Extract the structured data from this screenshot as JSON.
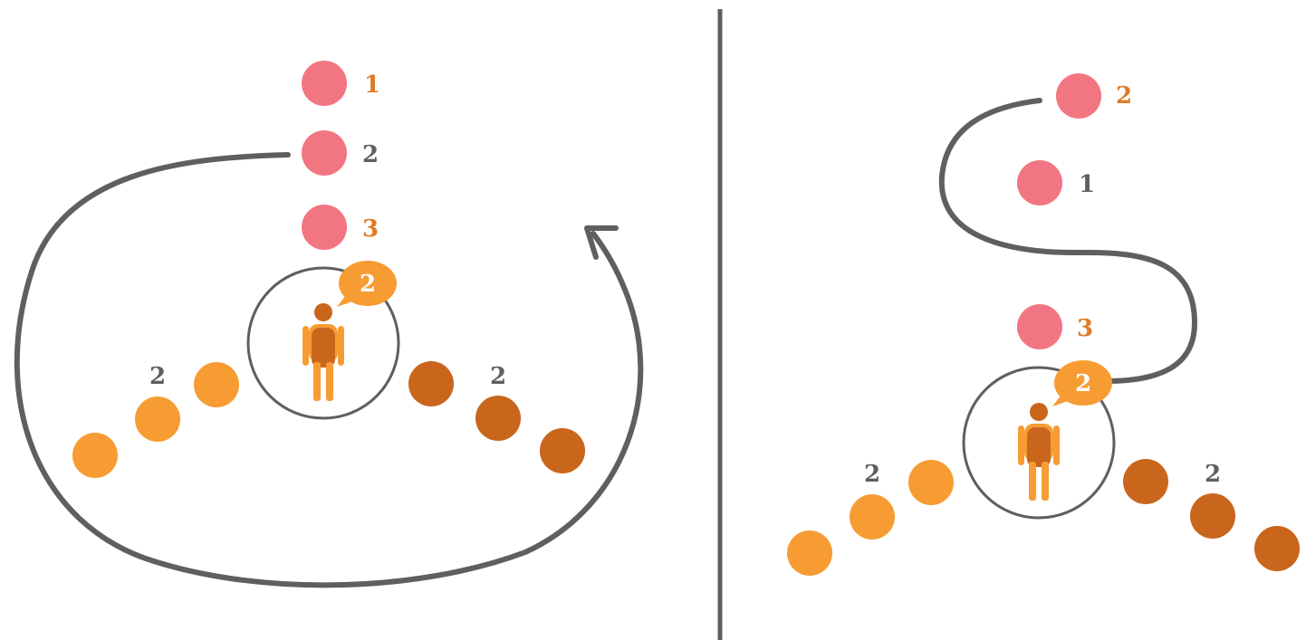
{
  "colors": {
    "pink": "#F27682",
    "orange": "#F79C33",
    "dark_orange": "#C9661C",
    "gray": "#5F5F5F",
    "label_orange": "#E07A27",
    "label_gray": "#5F5F5F"
  },
  "left_panel": {
    "pink_labels": [
      "1",
      "2",
      "3"
    ],
    "bubble_label": "2",
    "left_group_label": "2",
    "right_group_label": "2"
  },
  "right_panel": {
    "pink_labels": [
      "2",
      "1",
      "3"
    ],
    "bubble_label": "2",
    "left_group_label": "2",
    "right_group_label": "2"
  }
}
